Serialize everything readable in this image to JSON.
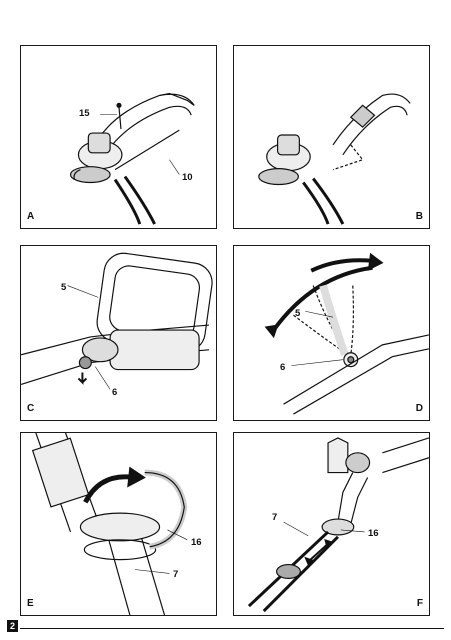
{
  "page_number": "2",
  "panels": {
    "A": {
      "label": "A",
      "callouts": [
        "15",
        "10"
      ]
    },
    "B": {
      "label": "B"
    },
    "C": {
      "label": "C",
      "callouts": [
        "5",
        "6"
      ]
    },
    "D": {
      "label": "D",
      "callouts": [
        "5",
        "6"
      ]
    },
    "E": {
      "label": "E",
      "callouts": [
        "16",
        "7"
      ]
    },
    "F": {
      "label": "F",
      "callouts": [
        "7",
        "16"
      ]
    }
  }
}
